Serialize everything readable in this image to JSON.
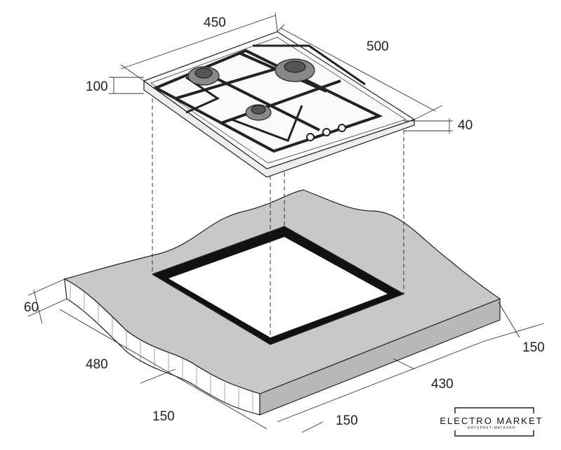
{
  "dimensions": {
    "hob_width": "450",
    "hob_depth": "500",
    "hob_height_total": "100",
    "hob_height_plate": "40",
    "countertop_thickness": "60",
    "cutout_depth": "480",
    "cutout_front_margin": "150",
    "cutout_side_margin": "150",
    "cutout_width": "430",
    "cutout_right_margin": "150"
  },
  "logo": {
    "title": "ELECTRO MARKET",
    "subtitle": "ИНТЕРНЕТ-МАГАЗИН"
  },
  "colors": {
    "countertop": "#c8c8c8",
    "line": "#222222",
    "burner": "#888888"
  }
}
